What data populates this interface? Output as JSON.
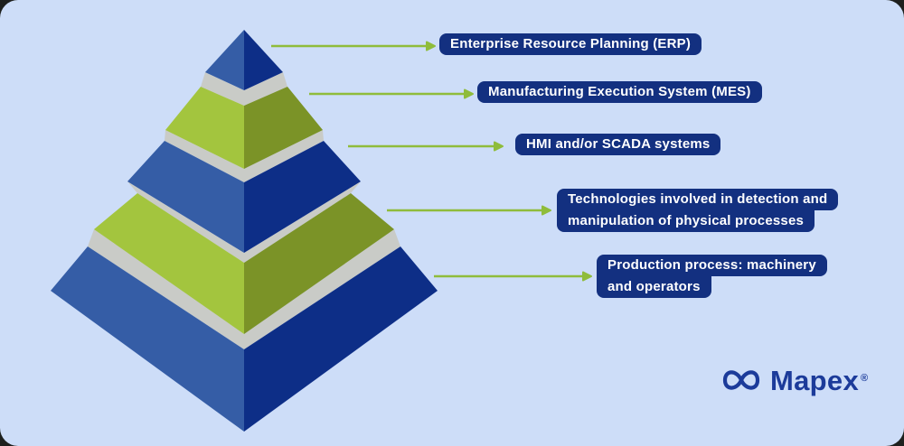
{
  "colors": {
    "page-bg": "#1e201e",
    "card-bg": "#cdddf8",
    "blue-left": "#355da6",
    "blue-right": "#0d2e87",
    "green-left": "#a3c53e",
    "green-right": "#7b9327",
    "divider-gray": "#c9cbc7",
    "label-bg": "#133080",
    "label-text": "#ffffff",
    "arrow-green": "#8fbc3b",
    "logo-navy": "#1c3b9a"
  },
  "levels": [
    {
      "level": 1,
      "band_color": "blue",
      "label_lines": [
        "Enterprise Resource Planning (ERP)"
      ]
    },
    {
      "level": 2,
      "band_color": "green",
      "label_lines": [
        "Manufacturing Execution System (MES)"
      ]
    },
    {
      "level": 3,
      "band_color": "blue",
      "label_lines": [
        "HMI and/or SCADA systems"
      ]
    },
    {
      "level": 4,
      "band_color": "green",
      "label_lines": [
        "Technologies involved in detection and",
        "manipulation of physical processes"
      ]
    },
    {
      "level": 5,
      "band_color": "blue",
      "label_lines": [
        "Production process: machinery",
        "and operators"
      ]
    }
  ],
  "logo": {
    "symbol_icon": "mapex-infinity-icon",
    "wordmark": "Mapex",
    "registered_mark": "®"
  }
}
